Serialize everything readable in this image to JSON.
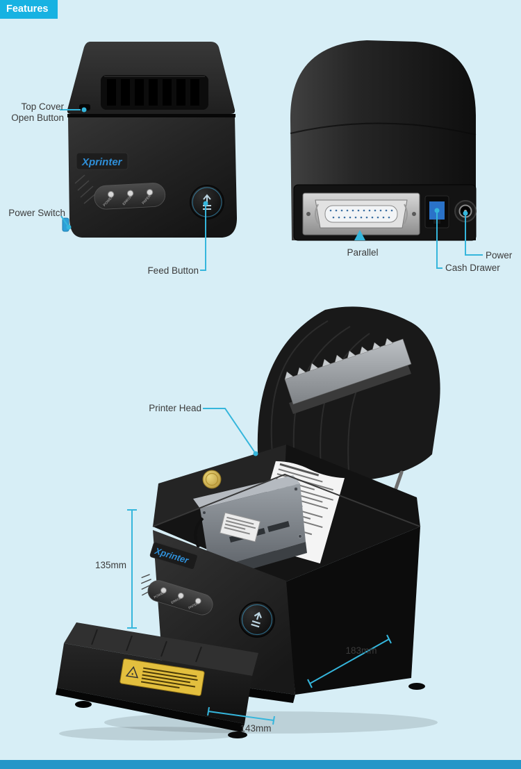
{
  "colors": {
    "background": "#d7eef6",
    "accent_callout": "#35b6dc",
    "banner_bg": "#17b2e2",
    "banner_text": "#ffffff",
    "footer_bg": "#2496c8",
    "label_text": "#3b3b3b",
    "brand_blue": "#2f8fd8",
    "printer_body": "#1b1b1b",
    "cash_port_blue": "#2a72c8",
    "warning_sticker_yellow": "#e3bf3e",
    "gold_badge": "#c9a33a"
  },
  "banner": {
    "label": "Features"
  },
  "brand": {
    "name": "Xprinter"
  },
  "front_view": {
    "leds": [
      "POWER",
      "ERROR",
      "PAPER"
    ],
    "callouts": {
      "top_cover_line1": "Top Cover",
      "top_cover_line2": "Open Button",
      "power_switch": "Power Switch",
      "feed_button": "Feed Button"
    }
  },
  "back_view": {
    "callouts": {
      "parallel": "Parallel",
      "power": "Power",
      "cash_drawer": "Cash Drawer"
    }
  },
  "open_view": {
    "leds": [
      "POWER",
      "ERROR",
      "PAPER"
    ],
    "callouts": {
      "printer_head": "Printer Head"
    },
    "dimensions": {
      "height": "135mm",
      "depth": "183mm",
      "width": "143mm"
    }
  }
}
